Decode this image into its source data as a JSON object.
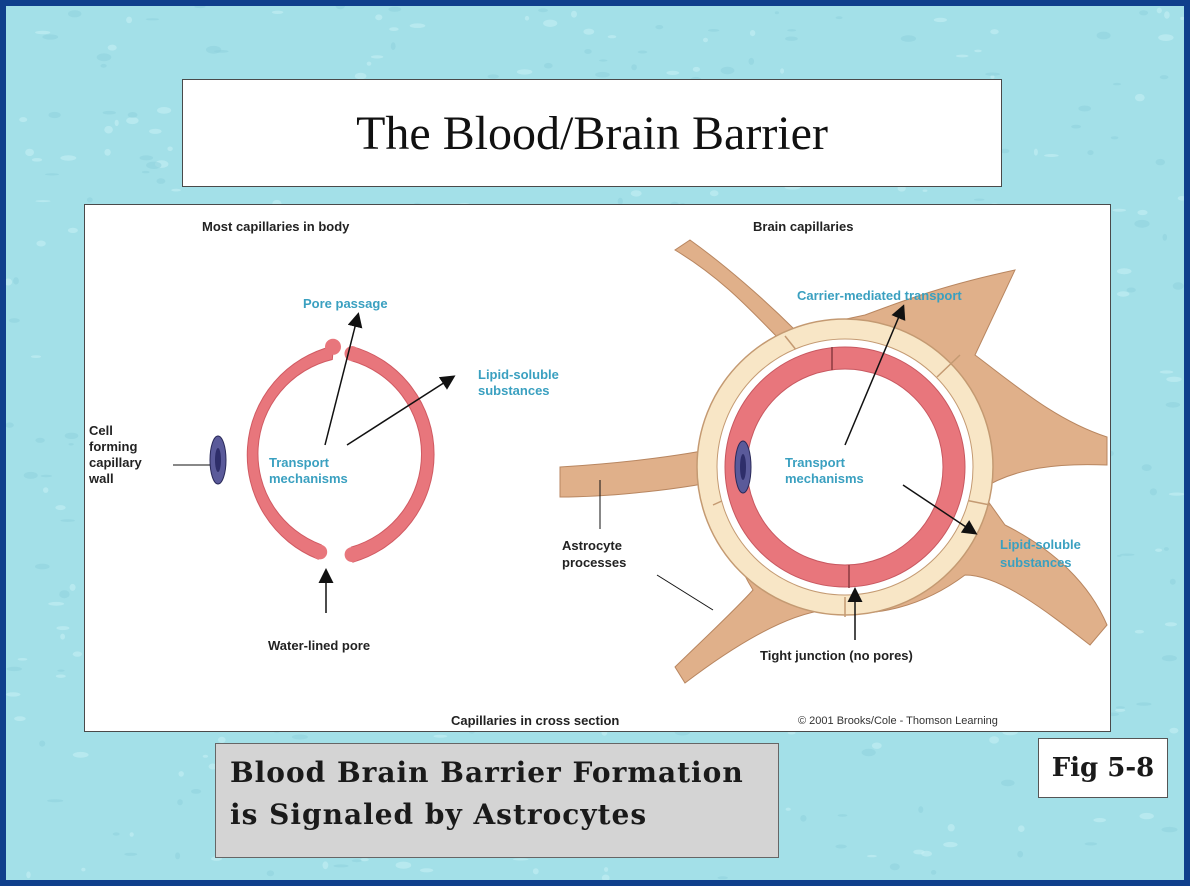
{
  "slide": {
    "title": "The Blood/Brain Barrier",
    "caption_line1": "Blood Brain Barrier Formation",
    "caption_line2": "is Signaled by Astrocytes",
    "fig_number": "Fig 5-8"
  },
  "figure": {
    "left_heading": "Most capillaries in body",
    "right_heading": "Brain capillaries",
    "bottom_caption": "Capillaries in cross section",
    "copyright": "© 2001 Brooks/Cole - Thomson Learning",
    "left": {
      "pore_passage": "Pore passage",
      "lipid_soluble_1": "Lipid-soluble",
      "lipid_soluble_2": "substances",
      "cell_wall_1": "Cell",
      "cell_wall_2": "forming",
      "cell_wall_3": "capillary",
      "cell_wall_4": "wall",
      "transport_1": "Transport",
      "transport_2": "mechanisms",
      "water_pore": "Water-lined pore"
    },
    "right": {
      "carrier": "Carrier-mediated transport",
      "transport_1": "Transport",
      "transport_2": "mechanisms",
      "lipid_soluble_1": "Lipid-soluble",
      "lipid_soluble_2": "substances",
      "astrocyte_1": "Astrocyte",
      "astrocyte_2": "processes",
      "tight_junction": "Tight junction (no pores)"
    }
  },
  "colors": {
    "background": "#a3e0e8",
    "border": "#0f3f8c",
    "capillary": "#e8767c",
    "astrocyte": "#e0b08a",
    "astrocyte_inner": "#f8e6c6",
    "label_blue": "#3aa0c0"
  }
}
